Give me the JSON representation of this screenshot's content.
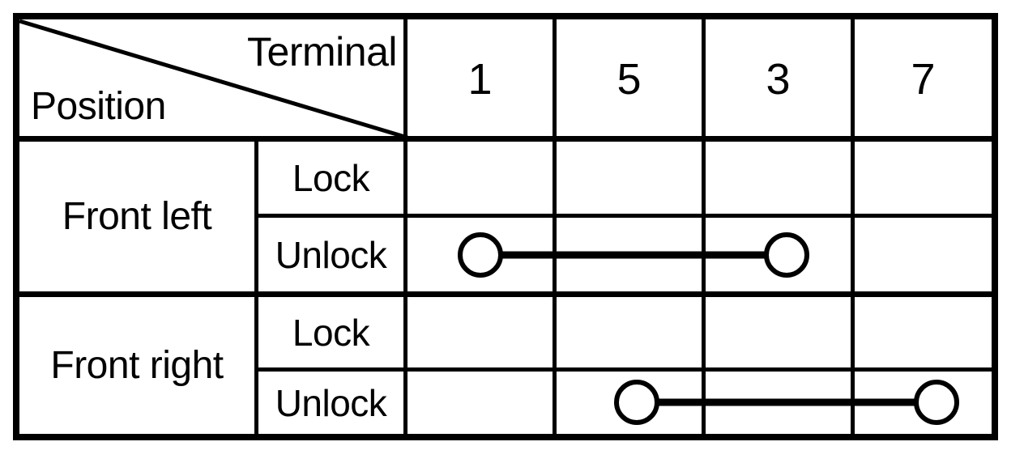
{
  "table": {
    "corner": {
      "col_header_label": "Terminal",
      "row_header_label": "Position",
      "diagonal": true
    },
    "terminal_columns": [
      "1",
      "5",
      "3",
      "7"
    ],
    "state_column_header": "",
    "groups": [
      {
        "position": "Front left",
        "rows": [
          {
            "state": "Lock",
            "connections": []
          },
          {
            "state": "Unlock",
            "connections": [
              {
                "from": "1",
                "to": "3"
              }
            ]
          }
        ]
      },
      {
        "position": "Front right",
        "rows": [
          {
            "state": "Lock",
            "connections": []
          },
          {
            "state": "Unlock",
            "connections": [
              {
                "from": "5",
                "to": "7"
              }
            ]
          }
        ]
      }
    ]
  },
  "legend": {
    "continuity_symbol": "circle-line-circle",
    "meaning": "continuity between terminals"
  },
  "colors": {
    "line": "#000000",
    "text": "#000000",
    "background": "#ffffff"
  }
}
